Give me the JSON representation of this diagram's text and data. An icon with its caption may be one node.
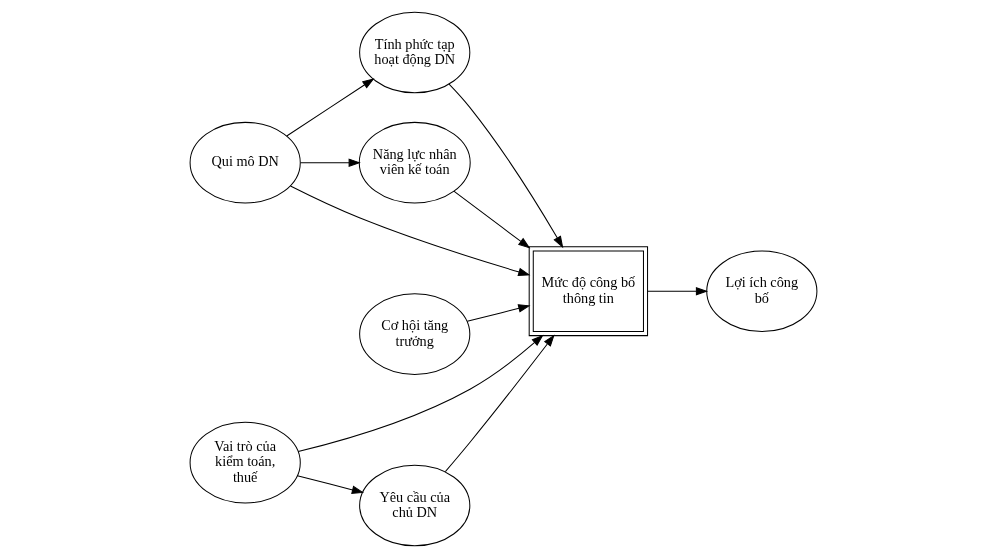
{
  "diagram": {
    "nodes": [
      {
        "text": [
          "Qui mô DN"
        ]
      },
      {
        "text": [
          "Tính phức tạp hoạt động DN"
        ]
      },
      {
        "text": [
          "Cơ hội tăng trưởng"
        ]
      },
      {
        "text": [
          "Năng lực nhân viên kế toán"
        ]
      },
      {
        "text": [
          "Mức độ công bố thông tin"
        ]
      },
      {
        "text": [
          "Lợi ích công bố"
        ]
      },
      {
        "text": [
          "Vai trò của kiểm toán, thuế"
        ]
      },
      {
        "text": [
          "Yêu cầu của chủ DN"
        ]
      }
    ],
    "edges": [
      {
        "from": 0,
        "to": 1,
        "arrow": "to"
      },
      {
        "from": 0,
        "to": 3,
        "arrow": "to"
      },
      {
        "from": 0,
        "to": 4,
        "arrow": "to"
      },
      {
        "from": 1,
        "to": 4,
        "arrow": "to"
      },
      {
        "from": 2,
        "to": 4,
        "arrow": "to"
      },
      {
        "from": 3,
        "to": 4,
        "arrow": "to"
      },
      {
        "from": 6,
        "to": 4,
        "arrow": "to"
      },
      {
        "from": 6,
        "to": 7,
        "arrow": "to"
      },
      {
        "from": 7,
        "to": 4,
        "arrow": "to"
      },
      {
        "from": 4,
        "to": 5,
        "arrow": "to"
      }
    ]
  }
}
